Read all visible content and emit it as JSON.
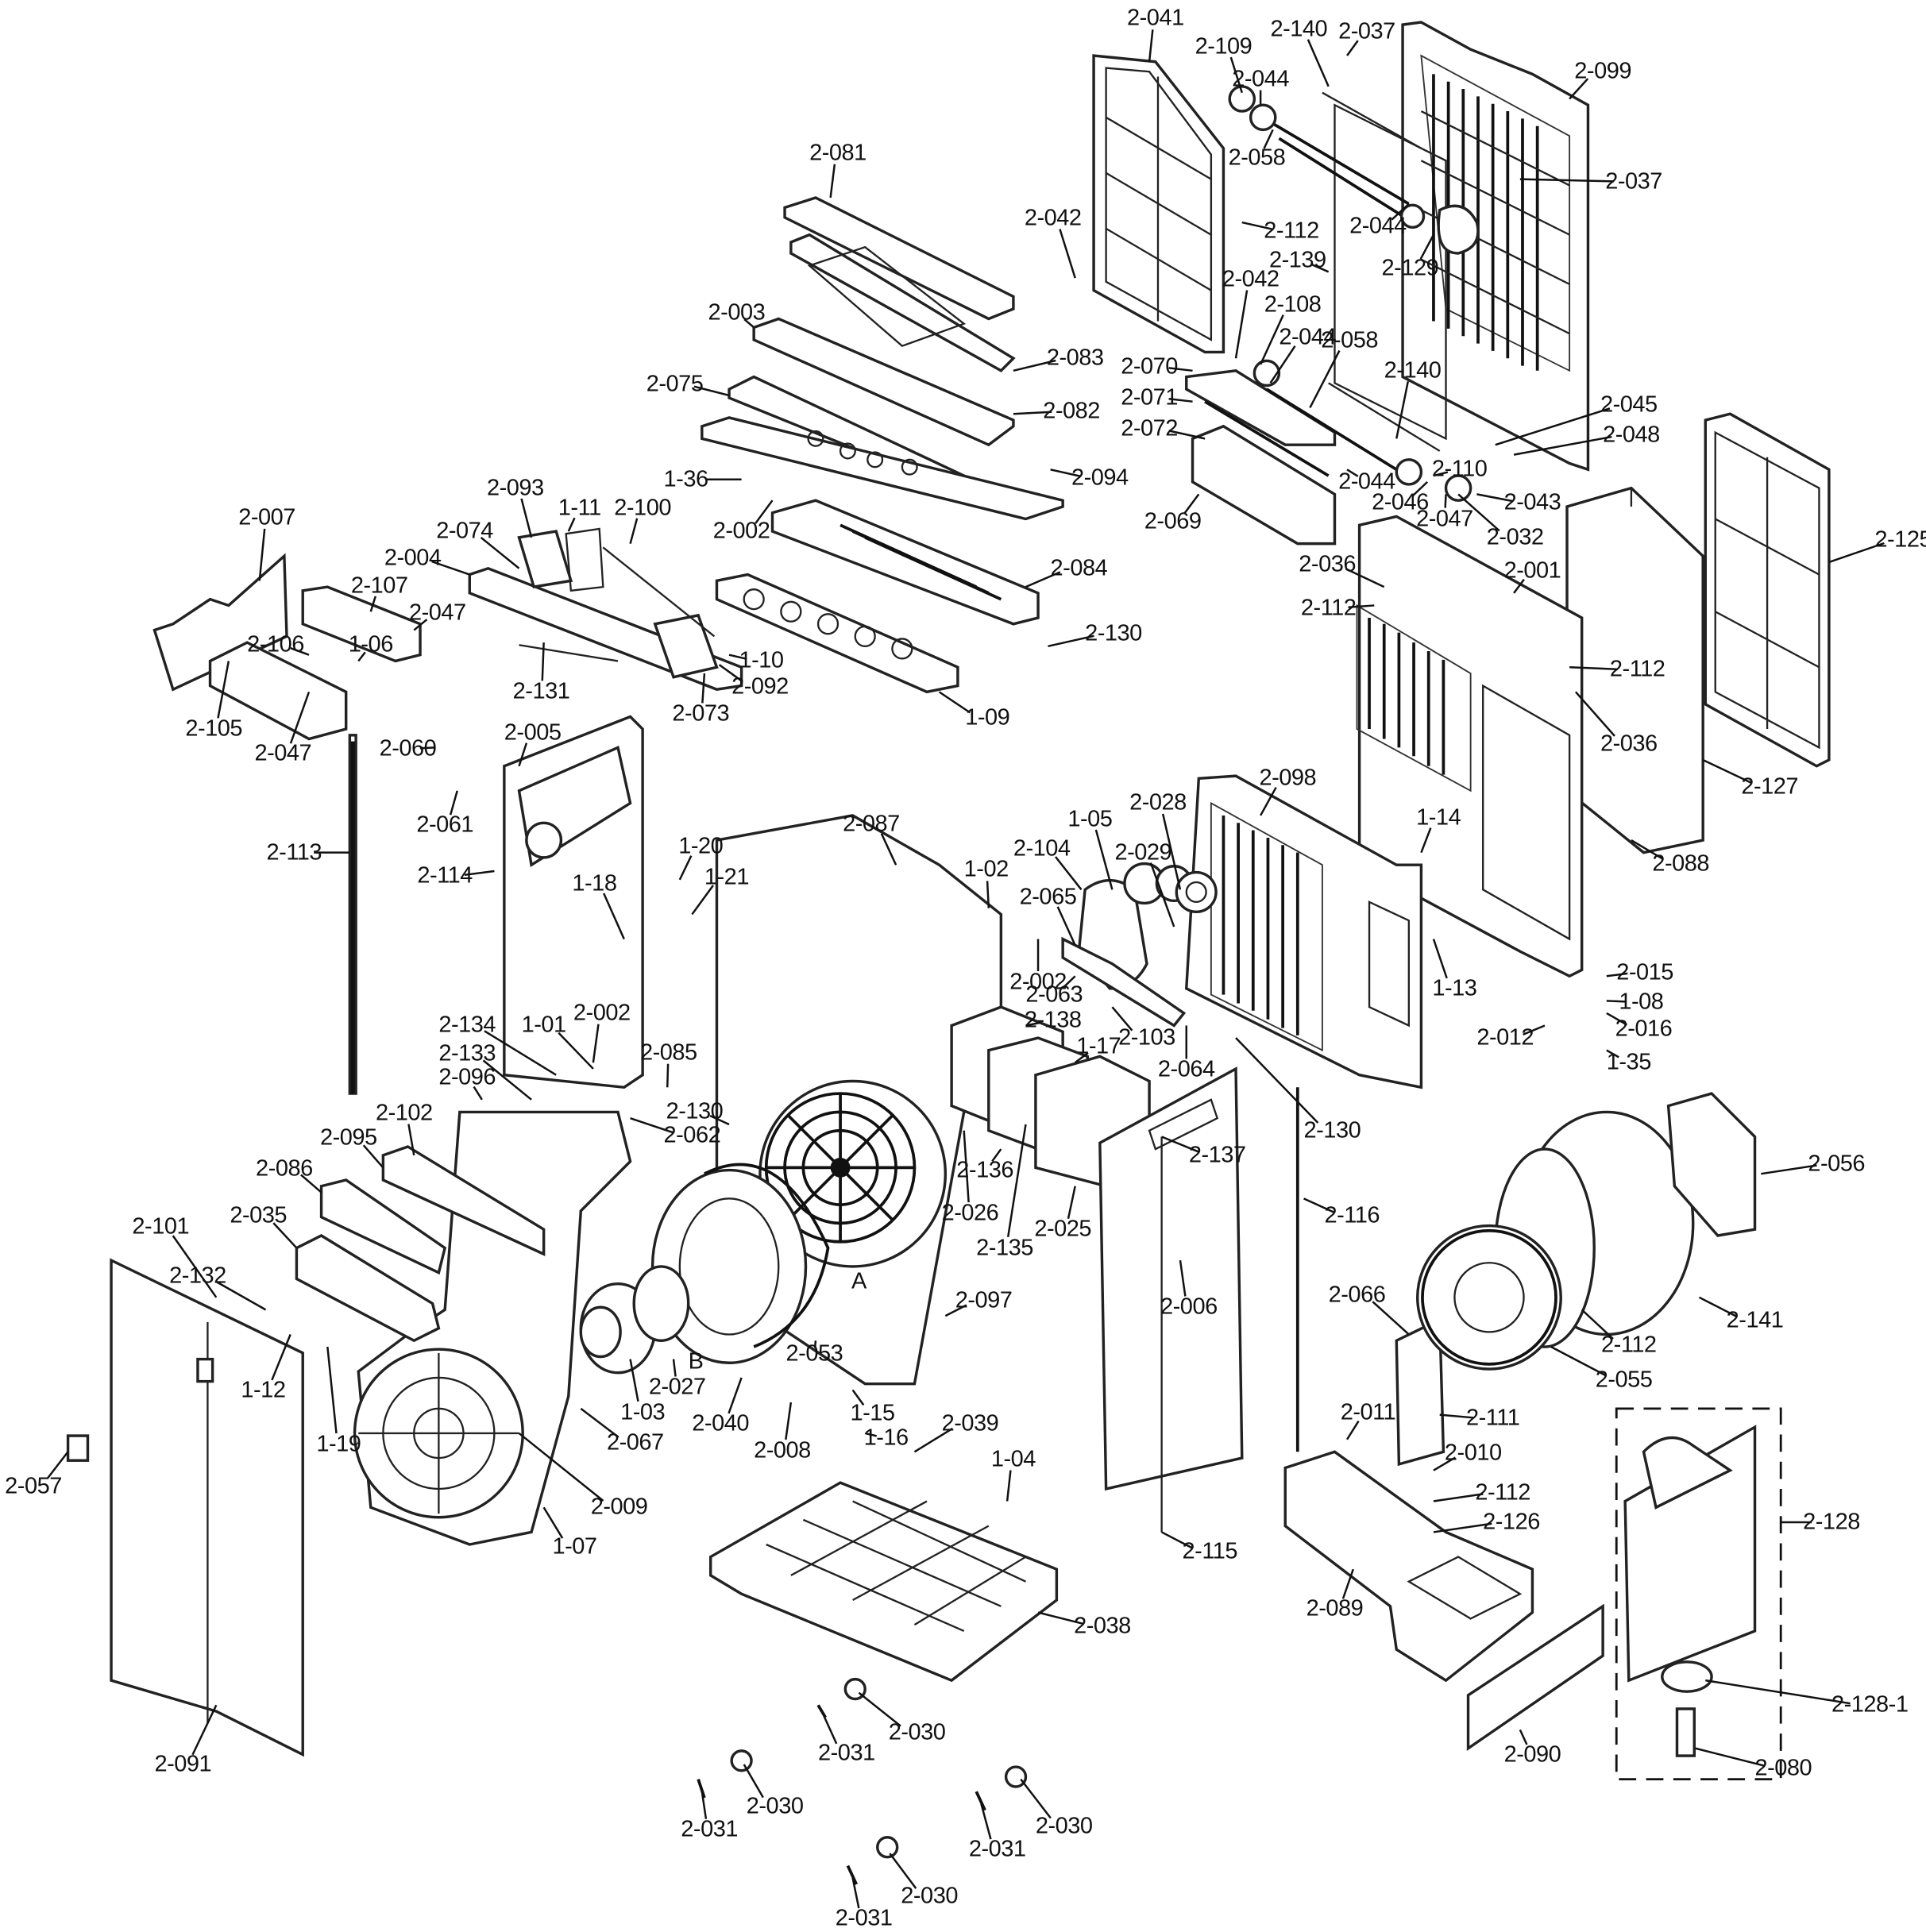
{
  "diagram": {
    "title": "Exploded parts view",
    "type": "exploded-assembly",
    "letter_markers": [
      "A",
      "B"
    ],
    "parts": [
      "2-041",
      "2-109",
      "2-140",
      "2-037",
      "2-099",
      "2-044",
      "2-058",
      "2-037",
      "2-042",
      "2-112",
      "2-044",
      "2-129",
      "2-139",
      "2-042",
      "2-108",
      "2-070",
      "2-044",
      "2-058",
      "2-071",
      "2-140",
      "2-072",
      "2-045",
      "2-048",
      "2-044",
      "2-110",
      "2-046",
      "2-043",
      "2-069",
      "2-047",
      "2-032",
      "2-125",
      "2-081",
      "2-003",
      "2-083",
      "2-075",
      "2-082",
      "2-094",
      "1-36",
      "2-002",
      "2-084",
      "2-130",
      "2-093",
      "1-11",
      "2-100",
      "2-074",
      "2-004",
      "2-007",
      "2-107",
      "2-047",
      "2-106",
      "1-06",
      "2-105",
      "2-047",
      "2-131",
      "1-10",
      "2-073",
      "2-092",
      "1-09",
      "2-036",
      "2-112",
      "2-001",
      "2-112",
      "2-036",
      "2-127",
      "2-088",
      "2-060",
      "2-005",
      "2-061",
      "2-113",
      "2-114",
      "1-20",
      "1-21",
      "1-18",
      "2-087",
      "1-02",
      "2-104",
      "1-05",
      "2-028",
      "2-029",
      "2-098",
      "2-065",
      "1-14",
      "2-002",
      "2-063",
      "2-138",
      "2-103",
      "1-17",
      "1-13",
      "2-015",
      "1-08",
      "2-016",
      "2-012",
      "1-35",
      "2-134",
      "1-01",
      "2-002",
      "2-133",
      "2-085",
      "2-096",
      "2-130",
      "2-062",
      "2-102",
      "2-095",
      "2-086",
      "2-035",
      "2-101",
      "2-132",
      "1-12",
      "1-19",
      "2-057",
      "2-064",
      "2-137",
      "2-136",
      "2-026",
      "2-135",
      "2-025",
      "2-130",
      "2-116",
      "2-056",
      "2-141",
      "2-112",
      "2-055",
      "2-006",
      "2-097",
      "2-053",
      "2-027",
      "1-03",
      "2-040",
      "2-008",
      "1-15",
      "1-16",
      "2-067",
      "2-009",
      "1-07",
      "2-066",
      "2-111",
      "2-039",
      "1-04",
      "2-011",
      "2-010",
      "2-112",
      "2-126",
      "2-115",
      "2-038",
      "2-089",
      "2-128",
      "2-128-1",
      "2-090",
      "2-080",
      "2-091",
      "2-030",
      "2-031",
      "2-030",
      "2-031",
      "2-030",
      "2-031",
      "2-030",
      "2-031"
    ]
  }
}
